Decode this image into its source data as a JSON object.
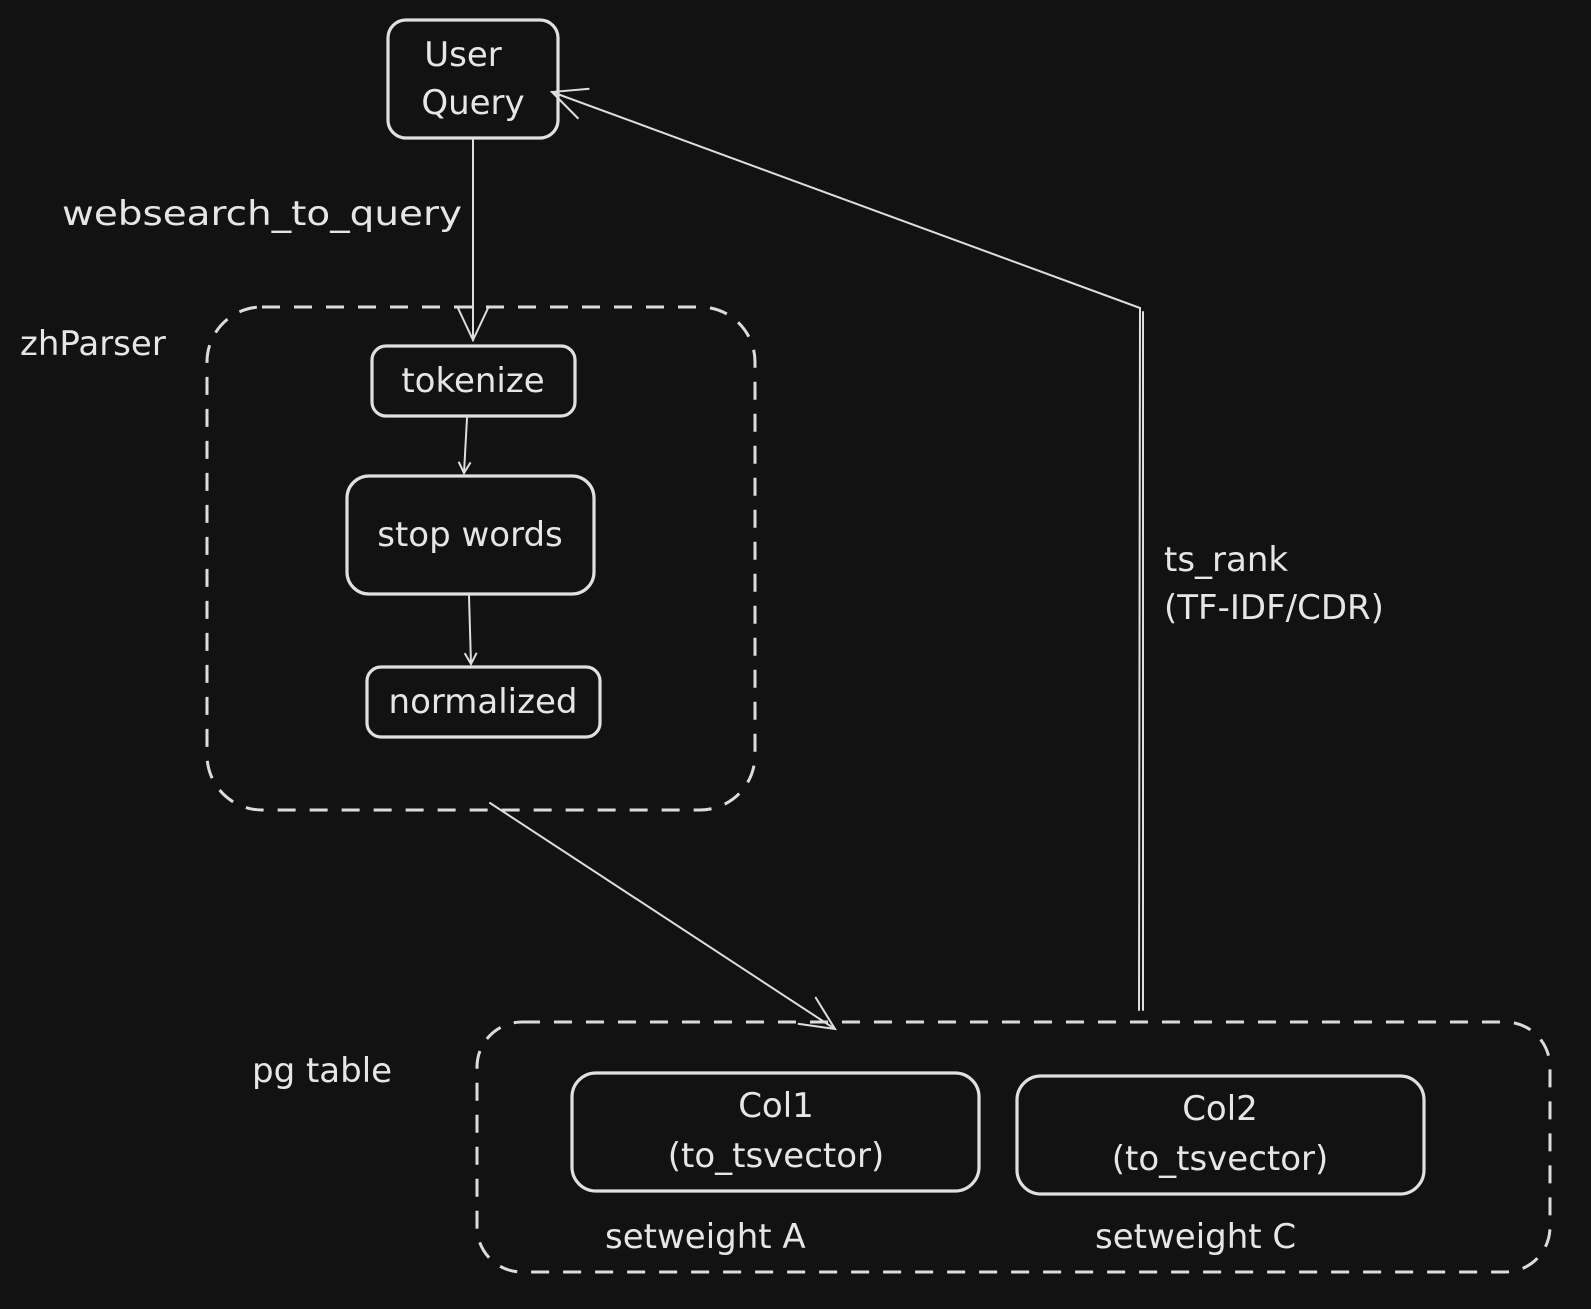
{
  "nodes": {
    "user_query": {
      "line1": "User",
      "line2": "Query"
    },
    "tokenize": {
      "label": "tokenize"
    },
    "stop_words": {
      "label": "stop words"
    },
    "normalized": {
      "label": "normalized"
    },
    "col1": {
      "line1": "Col1",
      "line2": "(to_tsvector)"
    },
    "col2": {
      "line1": "Col2",
      "line2": "(to_tsvector)"
    }
  },
  "groups": {
    "zhparser": {
      "label": "zhParser"
    },
    "pg_table": {
      "label": "pg table"
    }
  },
  "edge_labels": {
    "websearch": "websearch_to_query",
    "ts_rank_line1": "ts_rank",
    "ts_rank_line2": "(TF-IDF/CDR)",
    "setweight_a": "setweight A",
    "setweight_c": "setweight C"
  },
  "colors": {
    "background": "#121212",
    "stroke": "#e0e0e0",
    "text": "#e6e6e6"
  }
}
